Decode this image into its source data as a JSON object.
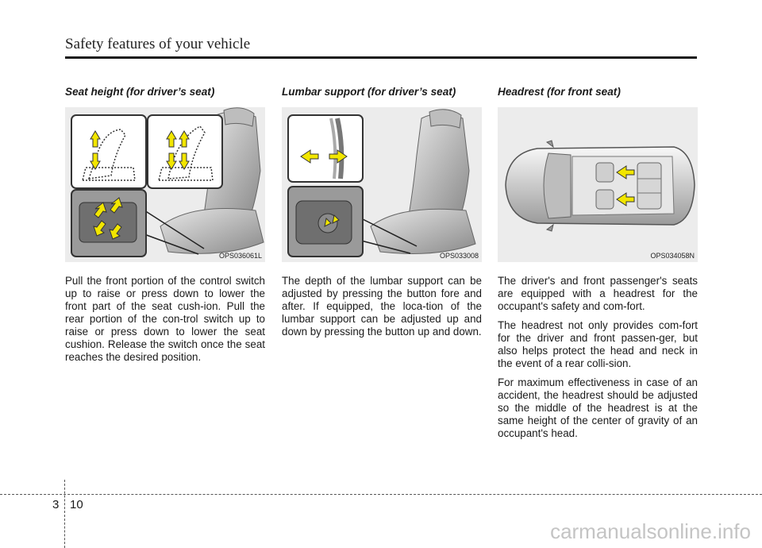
{
  "header": {
    "title": "Safety features of your vehicle"
  },
  "sections": [
    {
      "title": "Seat height (for driver’s seat)",
      "figure_code": "OPS036061L",
      "paragraphs": [
        "Pull the front portion of the control switch up to raise or press down to lower the front part of the seat cush-ion. Pull the rear portion of the con-trol switch up to raise or press down to lower the seat cushion. Release the switch once the seat reaches the desired position."
      ]
    },
    {
      "title": "Lumbar support (for driver’s seat)",
      "figure_code": "OPS033008",
      "paragraphs": [
        "The depth of the lumbar support can be adjusted by pressing the button fore and after. If equipped, the loca-tion of the lumbar support can be adjusted up and down by pressing the button up and down."
      ]
    },
    {
      "title": "Headrest (for front seat)",
      "figure_code": "OPS034058N",
      "paragraphs": [
        "The driver's and front passenger's seats are equipped with a headrest for the occupant's safety and com-fort.",
        "The headrest not only provides com-fort for the driver and front passen-ger, but also helps protect the head and neck in the event of a rear colli-sion.",
        "For maximum effectiveness in case of an accident, the headrest should be adjusted so the middle of the headrest is at the same height of the center of gravity of an occupant's head."
      ]
    }
  ],
  "footer": {
    "chapter": "3",
    "page": "10"
  },
  "watermark": "carmanualsonline.info",
  "colors": {
    "arrow_yellow": "#f2e600",
    "rule": "#1a1a1a",
    "figure_bg": "#ececec"
  }
}
